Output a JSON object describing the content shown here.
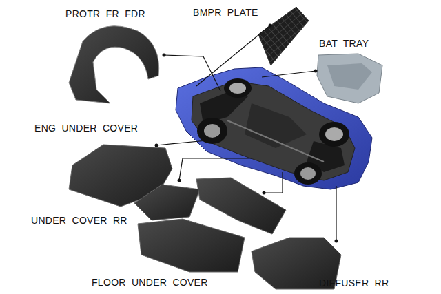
{
  "diagram": {
    "labels": [
      "PROTR FR FDR",
      "BMPR PLATE",
      "BAT TRAY",
      "ENG UNDER COVER",
      "UNDER COVER RR",
      "FLOOR UNDER COVER",
      "DIFFUSER RR"
    ]
  }
}
